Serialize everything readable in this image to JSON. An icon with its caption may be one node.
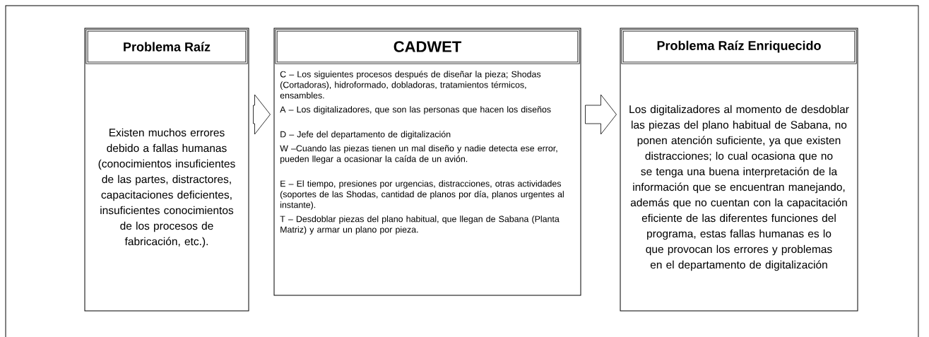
{
  "diagram": {
    "nodes": [
      {
        "text": [
          "Problema Raíz",
          "Existen muchos errores debido a fallas humanas (conocimientos insuficientes de las partes, distractores, capacitaciones deficientes, insuficientes conocimientos de los procesos de fabricación, etc.)."
        ]
      },
      {
        "text": [
          "CADWET",
          "C –  Los siguientes procesos después de diseñar la pieza; Shodas (Cortadoras), hidroformado, dobladoras, tratamientos térmicos, ensambles.",
          "A – Los digitalizadores, que son las personas que hacen los diseños",
          "D – Jefe del departamento de digitalización",
          "W –Cuando las piezas tienen un mal diseño y nadie detecta ese error, pueden llegar a ocasionar la caída de un avión.",
          "E – El tiempo, presiones por urgencias, distracciones, otras actividades (soportes de las Shodas, cantidad de planos por día, planos urgentes al instante).",
          "T – Desdoblar piezas del plano habitual, que llegan de Sabana (Planta Matriz) y armar un plano por pieza."
        ]
      },
      {
        "text": [
          "Problema Raíz Enriquecido",
          "Los digitalizadores al momento de desdoblar las piezas del plano habitual de Sabana, no ponen atención suficiente, ya que existen distracciones; lo cual ocasiona que no se tenga una buena interpretación de la información que se encuentran manejando, además que no cuentan con la capacitación eficiente de las diferentes funciones del programa, estas fallas humanas es lo que provocan los errores y problemas en el departamento de digitalización"
        ]
      }
    ],
    "edges": [
      {
        "from": 0,
        "to": 1,
        "arrow": "to"
      },
      {
        "from": 1,
        "to": 2,
        "arrow": "to"
      }
    ]
  }
}
